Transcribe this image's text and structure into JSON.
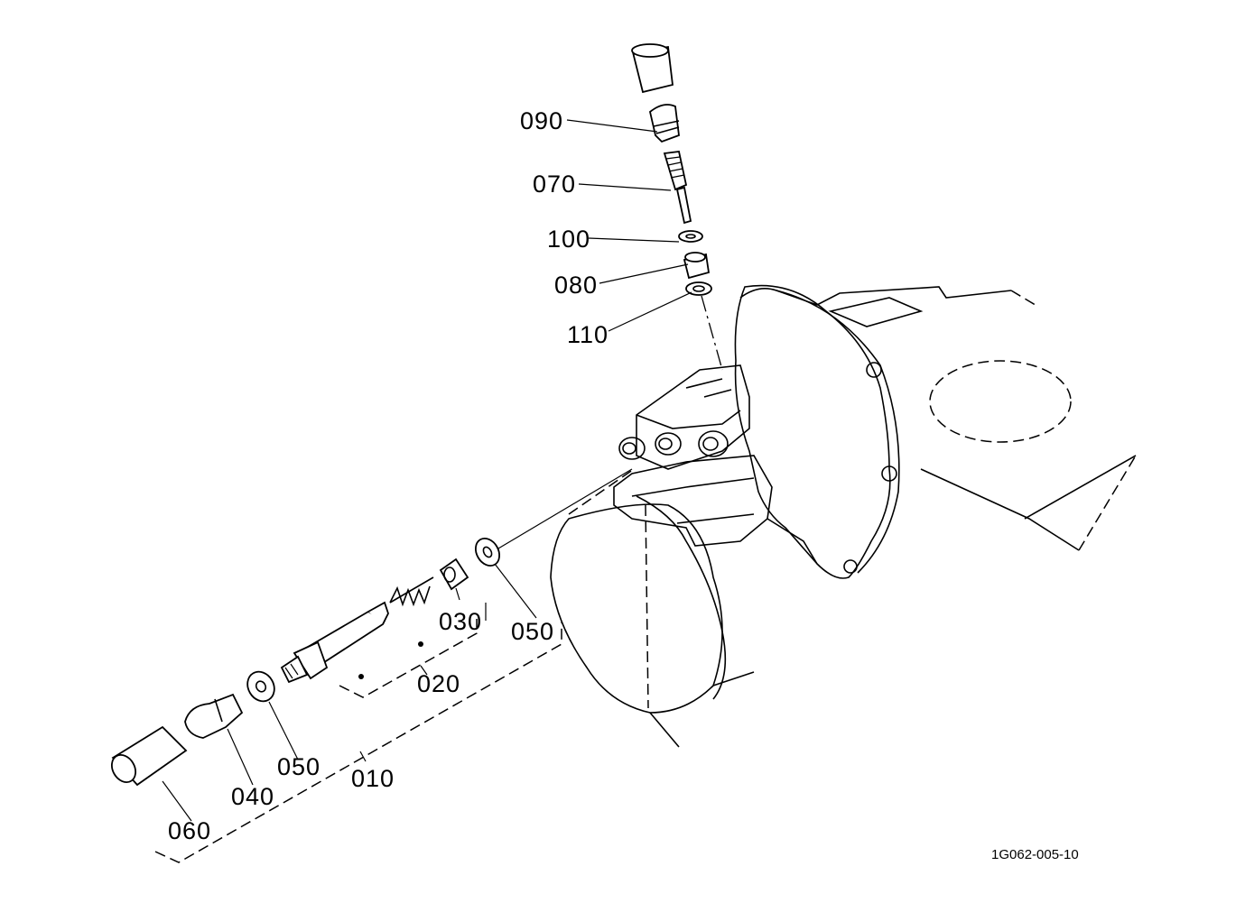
{
  "callouts": {
    "p090": "090",
    "p070": "070",
    "p100": "100",
    "p080": "080",
    "p110": "110",
    "p030": "030",
    "p050a": "050",
    "p020": "020",
    "p050b": "050",
    "p010": "010",
    "p040": "040",
    "p060": "060"
  },
  "doc_id": "1G062-005-10"
}
